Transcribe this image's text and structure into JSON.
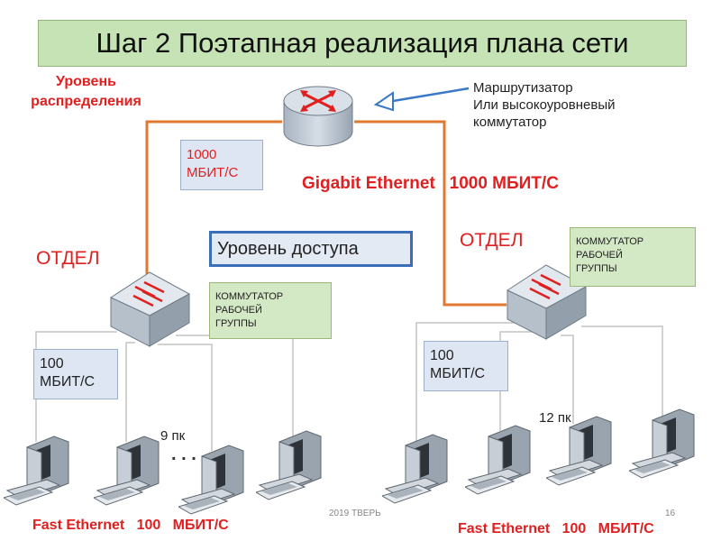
{
  "title": "Шаг 2 Поэтапная реализация плана сети",
  "distribution_level": "Уровень распределения",
  "router_note": [
    "Маршрутизатор",
    "Или высокоуровневый",
    "коммутатор"
  ],
  "uplink_speed_box": [
    "1000",
    "МБИТ/С"
  ],
  "gigabit_label": "Gigabit Ethernet   1000 МБИТ/С",
  "access_level": "Уровень доступа",
  "dept_left": "ОТДЕЛ",
  "dept_right": "ОТДЕЛ",
  "switch_left_label": [
    "КОММУТАТОР",
    "РАБОЧЕЙ",
    "ГРУППЫ"
  ],
  "switch_right_label": [
    "КОММУТАТОР",
    "РАБОЧЕЙ",
    "ГРУППЫ"
  ],
  "left_speed_box": [
    "100",
    "МБИТ/С"
  ],
  "right_speed_box": [
    "100",
    "МБИТ/С"
  ],
  "left_pc_count": "9 пк",
  "ellipsis": ". . .",
  "right_pc_count": "12 пк",
  "left_footer": "Fast Ethernet   100   МБИТ/С",
  "right_footer": "Fast Ethernet   100   МБИТ/С",
  "footer_center": "2019 ТВЕРЬ",
  "page_number": "16",
  "colors": {
    "title_bg": "#c6e3b6",
    "uplink": "#e07830",
    "red_text": "#e02020",
    "access_border": "#3a6fb8",
    "arrow": "#3a78c8"
  }
}
